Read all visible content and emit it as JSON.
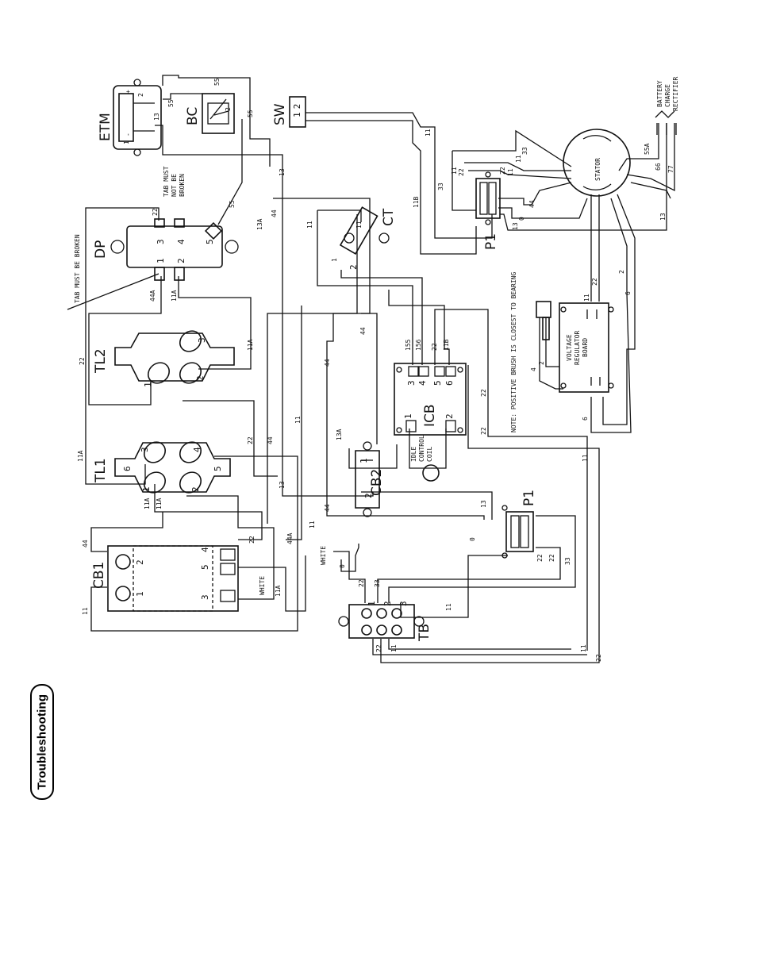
{
  "page": {
    "section_tab": "Troubleshooting"
  },
  "components": {
    "etm": "ETM",
    "bc": "BC",
    "sw": "SW",
    "dp": "DP",
    "ct": "CT",
    "tl2": "TL2",
    "tl1": "TL1",
    "icb": "ICB",
    "cb2": "CB2",
    "cb1": "CB1",
    "tb": "TB",
    "p1_top": "P1",
    "p1_bottom": "P1",
    "stator": "STATOR"
  },
  "notes": {
    "tab_must_not_be_broken": [
      "TAB MUST",
      "NOT BE",
      "BROKEN"
    ],
    "tab_must_be_broken": "TAB MUST BE BROKEN",
    "positive_brush": "NOTE: POSITIVE BRUSH IS CLOSEST TO BEARING",
    "battery_charge_rectifier": [
      "BATTERY",
      "CHARGE",
      "RECTIFIER"
    ],
    "voltage_regulator_board": [
      "VOLTAGE",
      "REGULATOR",
      "BOARD"
    ],
    "idle_control_coil": [
      "IDLE",
      "CONTROL",
      "COIL"
    ]
  },
  "wires": {
    "w55": "55",
    "w13": "13",
    "w11": "11",
    "w11a": "11A",
    "w11b": "11B",
    "w13a": "13A",
    "w22": "22",
    "w33": "33",
    "w44": "44",
    "w44a": "44A",
    "w55a": "55A",
    "w66": "66",
    "w77": "77",
    "w0": "0",
    "w2": "2",
    "w4": "4",
    "w6": "6",
    "w155": "155",
    "w156": "156",
    "white": "WHITE"
  },
  "terminals": {
    "t1": "1",
    "t2": "2",
    "t3": "3",
    "t4": "4",
    "t5": "5",
    "t6": "6",
    "plus": "+",
    "minus": "-",
    "mark": "I"
  }
}
